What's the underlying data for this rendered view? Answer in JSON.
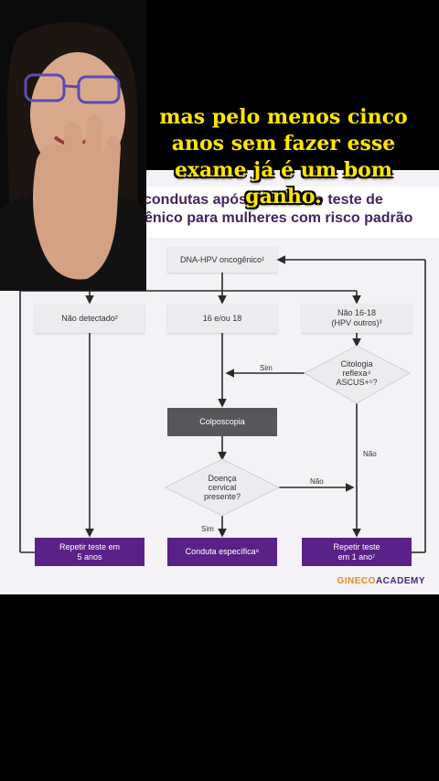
{
  "slide": {
    "title_line1": "condutas após",
    "title_line1_tail": "do teste de",
    "title_line2": "ênico para mulheres com risco padrão"
  },
  "flow": {
    "top_box": "DNA-HPV oncogênico¹",
    "col1": "Não detectado²",
    "col2": "16 e/ou 18",
    "col3_l1": "Não 16-18",
    "col3_l2": "(HPV outros)³",
    "diamond1_l1": "Citologia",
    "diamond1_l2": "reflexa⁴",
    "diamond1_l3": "ASCUS+⁵?",
    "sim1": "Sim",
    "colposcopia": "Colposcopia",
    "nao1": "Não",
    "diamond2_l1": "Doença",
    "diamond2_l2": "cervical",
    "diamond2_l3": "presente?",
    "nao2": "Não",
    "sim2": "Sim",
    "out1_l1": "Repetir teste em",
    "out1_l2": "5 anos",
    "out2": "Conduta específica⁶",
    "out3_l1": "Repetir teste",
    "out3_l2": "em 1 ano⁷"
  },
  "brand": {
    "part1": "GINECO",
    "part2": "ACADEMY"
  },
  "caption": {
    "line1": "mas pelo menos cinco",
    "line2": "anos sem fazer esse",
    "line3": "exame já é um bom",
    "line4": "ganho."
  },
  "colors": {
    "purple": "#5a2288",
    "caption_yellow": "#ffe600",
    "brand_orange": "#e58a2a"
  }
}
